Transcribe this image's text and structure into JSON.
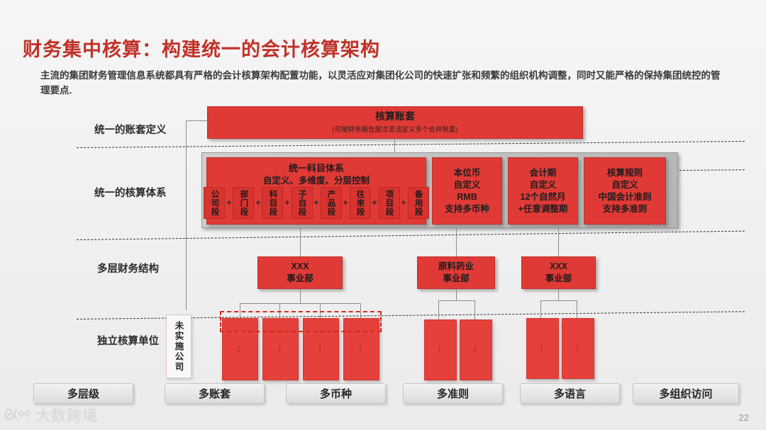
{
  "slide": {
    "title": "财务集中核算：构建统一的会计核算架构",
    "subtitle": "主流的集团财务管理信息系统都具有严格的会计核算架构配置功能，以灵活应对集团化公司的快速扩张和频繁的组织机构调整，同时又能严格的保持集团统控的管理要点.",
    "page_number": "22",
    "watermark": "大数跨境",
    "accent_red": "#e03a36",
    "title_red": "#bf3229"
  },
  "row_labels": [
    {
      "id": "row-1",
      "label": "统一的账套定义"
    },
    {
      "id": "row-2",
      "label": "统一的核算体系"
    },
    {
      "id": "row-3",
      "label": "多层财务结构"
    },
    {
      "id": "row-4",
      "label": "独立核算单位"
    }
  ],
  "ledger_box": {
    "title": "核算账套",
    "note": "(可按财务报告层次灵活定义多个合并账套)"
  },
  "subject_system": {
    "title": "统一科目体系",
    "subtitle": "自定义、多维度、分层控制",
    "segments": [
      "公司段",
      "部门段",
      "科目段",
      "子自段",
      "产品段",
      "往来段",
      "项目段",
      "备用段"
    ],
    "separator": "+"
  },
  "attribute_boxes": [
    {
      "id": "currency",
      "lines": [
        "本位币",
        "自定义",
        "RMB",
        "支持多币种"
      ]
    },
    {
      "id": "period",
      "lines": [
        "会计期",
        "自定义",
        "12个自然月",
        "+任意调整期"
      ]
    },
    {
      "id": "rules",
      "lines": [
        "核算规则",
        "自定义",
        "中国会计准则",
        "支持多准则"
      ]
    }
  ],
  "divisions": [
    {
      "id": "div-1",
      "line1": "XXX",
      "line2": "事业部",
      "leaf_count": 4
    },
    {
      "id": "div-2",
      "line1": "原料药业",
      "line2": "事业部",
      "leaf_count": 2
    },
    {
      "id": "div-3",
      "line1": "XXX",
      "line2": "事业部",
      "leaf_count": 2
    }
  ],
  "leaf_dots": "…",
  "unimplemented_box": {
    "label": "未实施公司"
  },
  "bottom_bars": [
    {
      "id": "bar-1",
      "label": "多层级"
    },
    {
      "id": "bar-2",
      "label": "多账套"
    },
    {
      "id": "bar-3",
      "label": "多币种"
    },
    {
      "id": "bar-4",
      "label": "多准则"
    },
    {
      "id": "bar-5",
      "label": "多语言"
    },
    {
      "id": "bar-6",
      "label": "多组织访问"
    }
  ]
}
